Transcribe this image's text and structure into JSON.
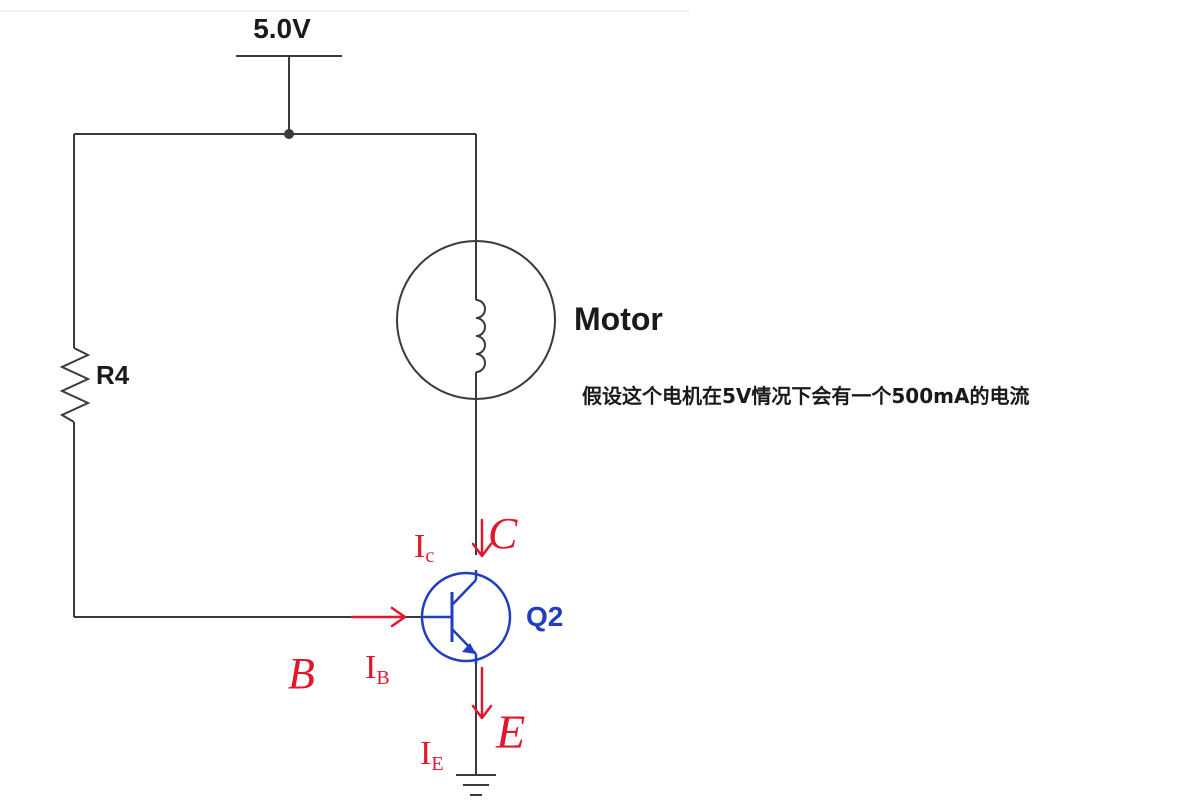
{
  "supply": {
    "voltage_label": "5.0V"
  },
  "resistor": {
    "label": "R4"
  },
  "motor": {
    "label": "Motor"
  },
  "transistor": {
    "label": "Q2"
  },
  "note": "假设这个电机在5V情况下会有一个500mA的电流",
  "handwritten": {
    "collector_letter": "C",
    "base_letter": "B",
    "emitter_letter": "E",
    "ic_main": "I",
    "ic_sub": "c",
    "ib_main": "I",
    "ib_sub": "B",
    "ie_main": "I",
    "ie_sub": "E"
  },
  "colors": {
    "wire": "#3a3a3a",
    "transistor": "#1f3fbf",
    "annotation": "#e0182d",
    "text": "#1a1a1a"
  },
  "icons": {
    "motor": "motor-coil-icon",
    "resistor": "resistor-zigzag-icon",
    "ground": "ground-icon",
    "transistor": "npn-transistor-icon"
  }
}
